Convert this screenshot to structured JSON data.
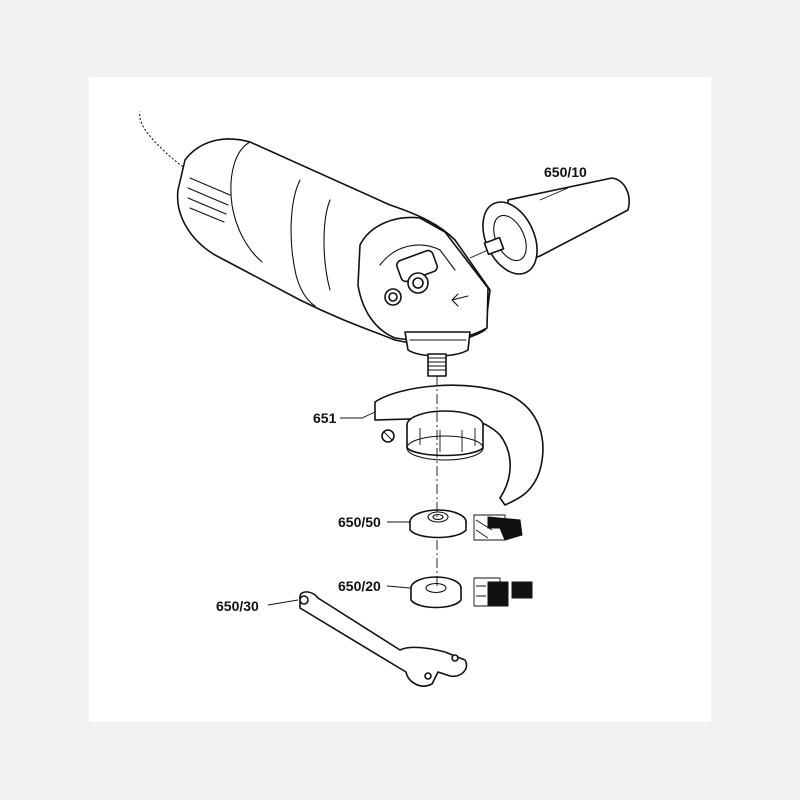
{
  "colors": {
    "background": "#f1f1f1",
    "canvas": "#ffffff",
    "ink": "#111111"
  },
  "parts": {
    "side_handle": "650/10",
    "guard": "651",
    "flange_nut": "650/50",
    "mounting_flange": "650/20",
    "spanner_wrench": "650/30"
  }
}
